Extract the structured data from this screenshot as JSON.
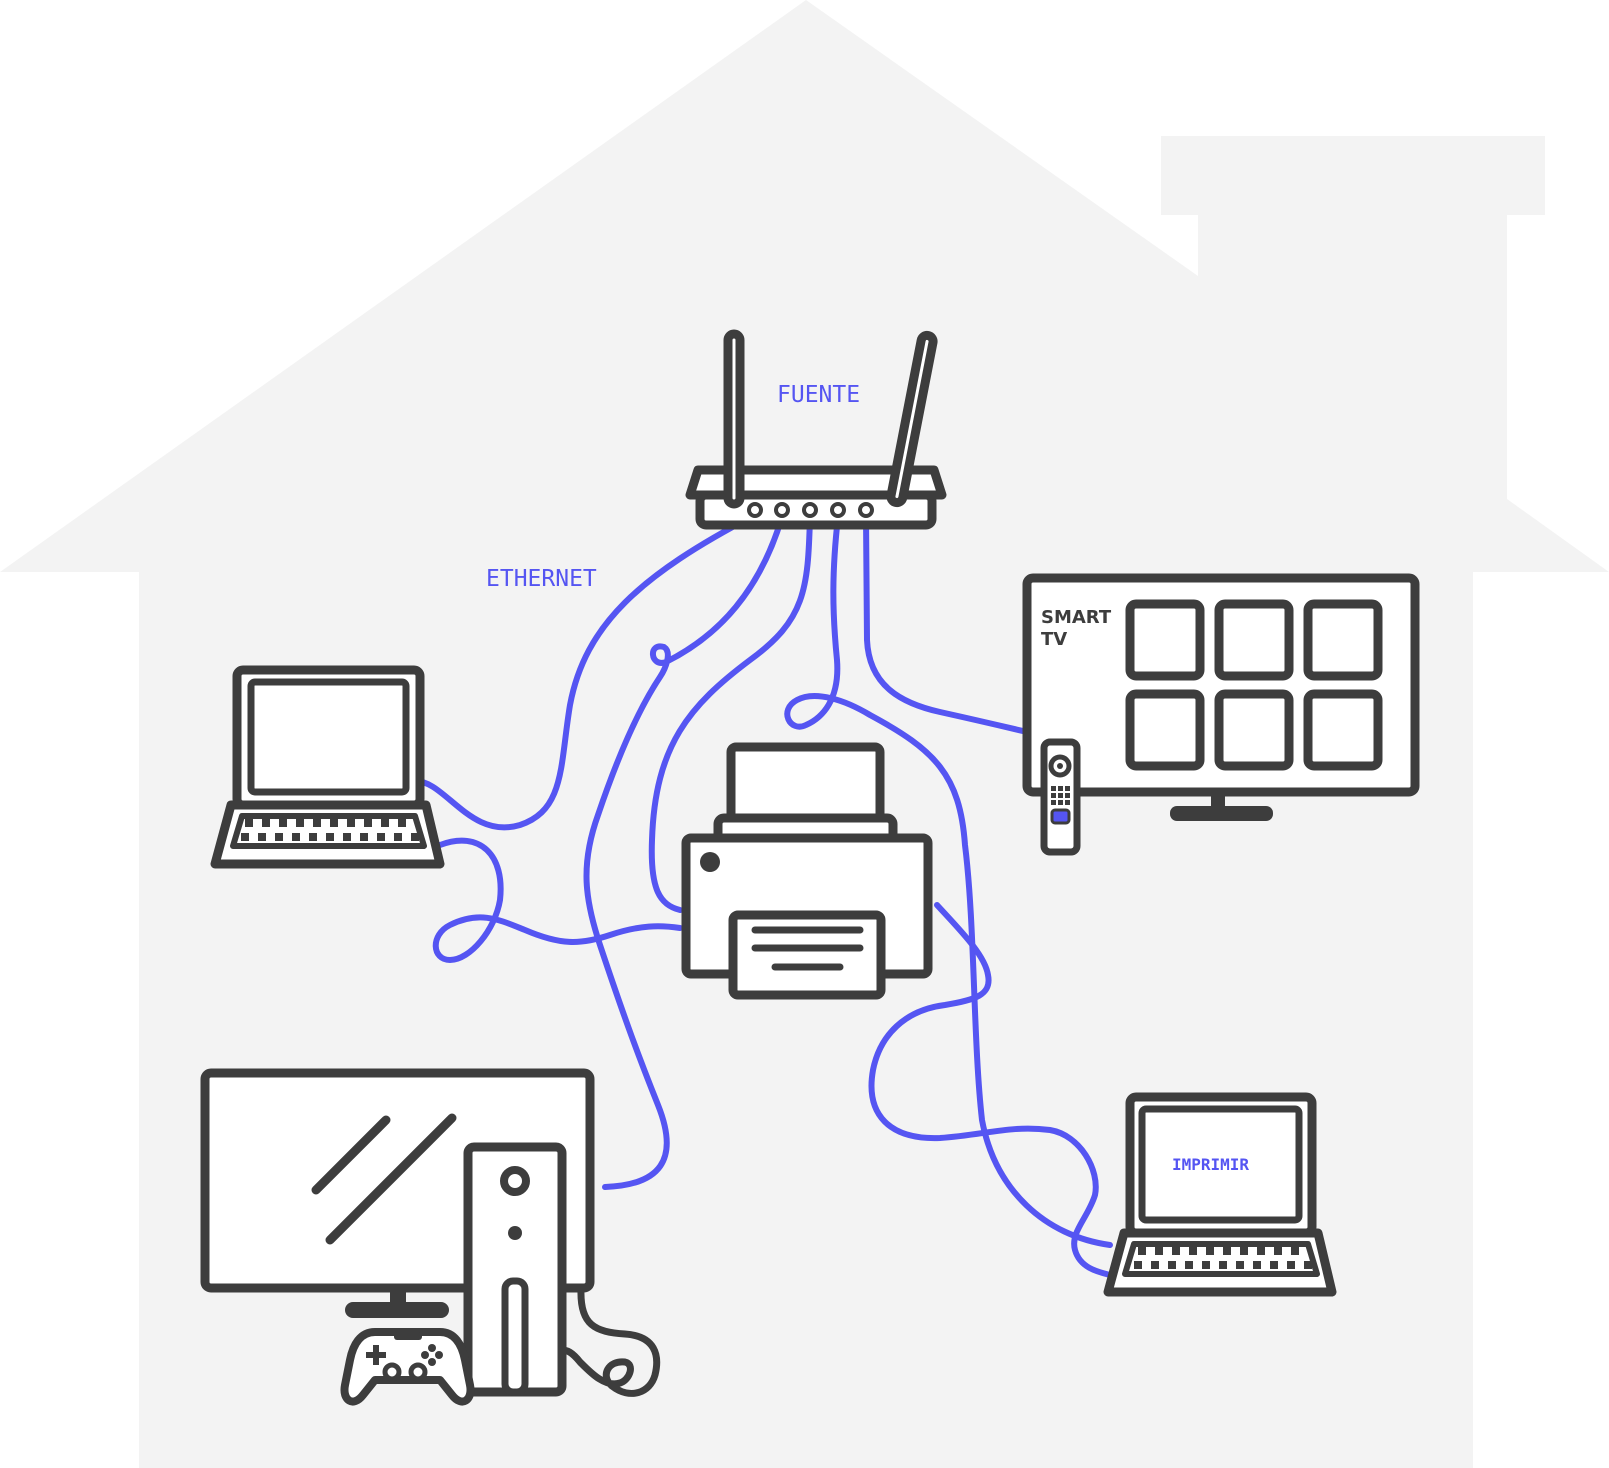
{
  "labels": {
    "source": "FUENTE",
    "ethernet": "ETHERNET",
    "smart_tv_line1": "SMART",
    "smart_tv_line2": "TV",
    "print": "IMPRIMIR"
  },
  "colors": {
    "house": "#f3f3f3",
    "cable": "#5555f2",
    "device_stroke": "#3d3d3d",
    "device_fill": "#ffffff"
  },
  "icons": [
    "house-icon",
    "router-icon",
    "laptop-icon",
    "printer-icon",
    "smart-tv-icon",
    "remote-control-icon",
    "monitor-icon",
    "pc-tower-icon",
    "game-controller-icon",
    "ethernet-cable"
  ]
}
